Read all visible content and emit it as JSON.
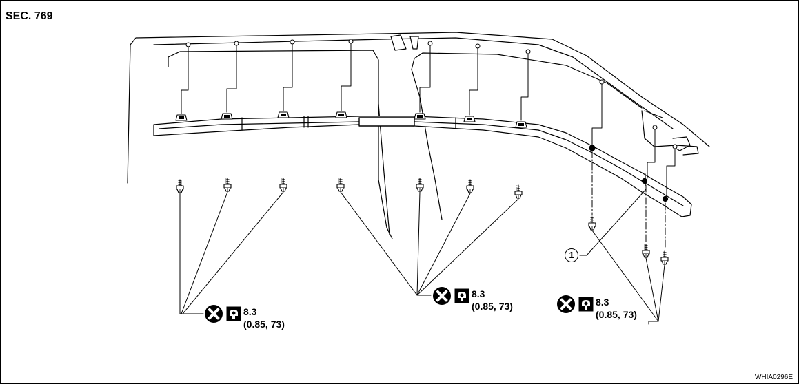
{
  "section": "SEC. 769",
  "figure_code": "WHIA0296E",
  "part_callouts": [
    {
      "number": "1"
    }
  ],
  "torque_callouts": [
    {
      "value": "8.3",
      "alt_units": "(0.85, 73)",
      "no_reuse_icon": "x-circle-icon",
      "torque_icon": "wrench-torque-icon"
    },
    {
      "value": "8.3",
      "alt_units": "(0.85, 73)",
      "no_reuse_icon": "x-circle-icon",
      "torque_icon": "wrench-torque-icon"
    },
    {
      "value": "8.3",
      "alt_units": "(0.85, 73)",
      "no_reuse_icon": "x-circle-icon",
      "torque_icon": "wrench-torque-icon"
    }
  ]
}
